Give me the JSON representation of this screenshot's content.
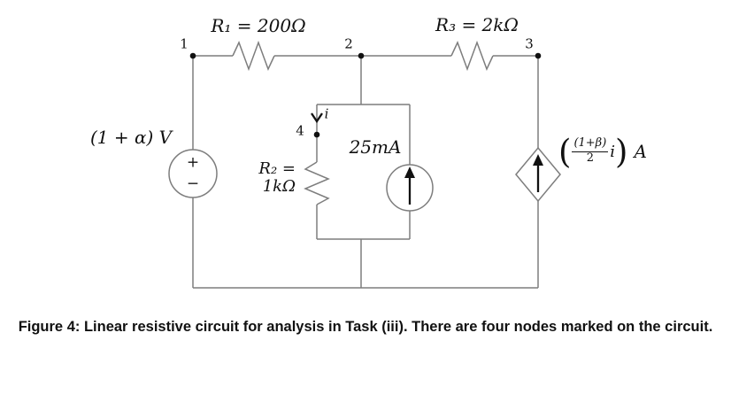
{
  "circuit": {
    "node_labels": {
      "n1": "1",
      "n2": "2",
      "n3": "3",
      "n4": "4"
    },
    "r1_label": "R₁ = 200Ω",
    "r2_label_line1": "R₂ =",
    "r2_label_line2": "1kΩ",
    "r3_label": "R₃ = 2kΩ",
    "voltage_source_label": "(1 + α) V",
    "voltage_source_plus": "+",
    "voltage_source_minus": "−",
    "current_source_label": "25mA",
    "branch_current_label": "i",
    "dependent_source": {
      "open_paren": "(",
      "numerator": "(1+β)",
      "denominator": "2",
      "multiplier": "i",
      "close_paren": ")",
      "unit": "A"
    },
    "colors": {
      "wire": "#7d7d7d",
      "ink": "#111111"
    }
  },
  "caption": "Figure 4: Linear resistive circuit for analysis in Task (iii). There are four nodes marked on the circuit."
}
